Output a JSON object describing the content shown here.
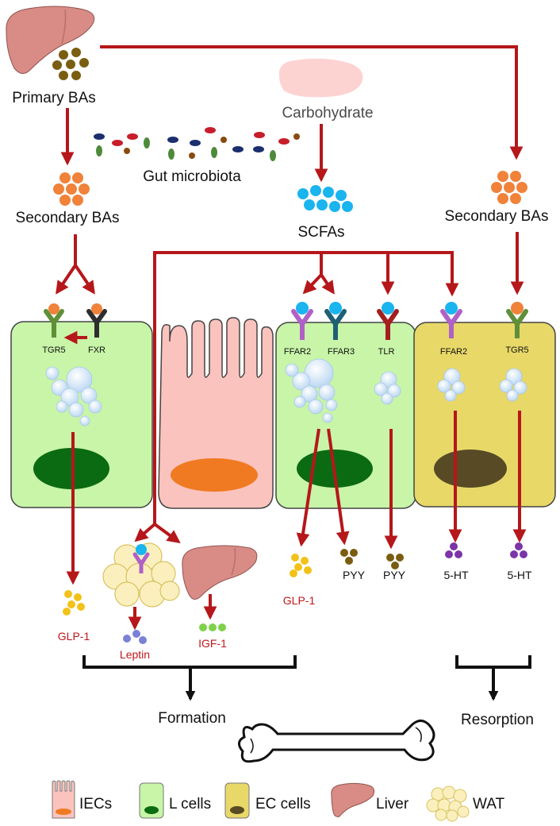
{
  "labels": {
    "primary_bas": "Primary BAs",
    "gut_microbiota": "Gut microbiota",
    "carbohydrate": "Carbohydrate",
    "secondary_bas_left": "Secondary BAs",
    "secondary_bas_right": "Secondary BAs",
    "scfas": "SCFAs",
    "formation": "Formation",
    "resorption": "Resorption"
  },
  "receptors": {
    "tgr5_left": "TGR5",
    "fxr": "FXR",
    "ffar2_l": "FFAR2",
    "ffar3": "FFAR3",
    "tlr": "TLR",
    "ffar2_ec": "FFAR2",
    "tgr5_ec": "TGR5"
  },
  "products": {
    "glp1_left": "GLP-1",
    "leptin": "Leptin",
    "igf1": "IGF-1",
    "glp1_mid": "GLP-1",
    "pyy_1": "PYY",
    "pyy_2": "PYY",
    "ht_1": "5-HT",
    "ht_2": "5-HT"
  },
  "legend": {
    "iecs": "IECs",
    "l_cells": "L cells",
    "ec_cells": "EC cells",
    "liver": "Liver",
    "wat": "WAT"
  },
  "colors": {
    "arrow": "#b5171b",
    "l_cell": "#c8f5a8",
    "l_cell_nucleus": "#0b6b12",
    "iec": "#fbc3bd",
    "iec_nucleus": "#f07a22",
    "ec_cell": "#e8d868",
    "ec_nucleus": "#574a25",
    "liver": "#d98b86",
    "ba_primary": "#7a5d10",
    "ba_secondary": "#f0823a",
    "scfa": "#1ab4ee",
    "glp1": "#f2c21a",
    "pyy": "#7a5d10",
    "ht": "#7b35a8",
    "leptin": "#7a82d6",
    "igf1": "#7fd14a",
    "ffar": "#b061c8",
    "ffar3": "#1f5f74",
    "tgr5": "#5f8f38",
    "fxr": "#2e2e2e",
    "tlr": "#a41e1e"
  }
}
